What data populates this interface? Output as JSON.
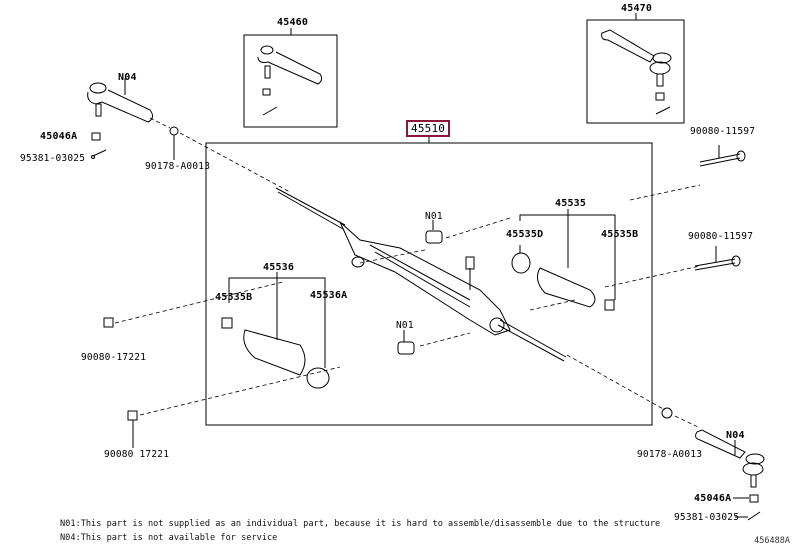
{
  "diagram": {
    "title_part": "45510",
    "accent_color": "#8b1538",
    "labels": {
      "p45460": "45460",
      "p45470": "45470",
      "p45510": "45510",
      "n04_left": "N04",
      "p45046a_left": "45046A",
      "p95381_left": "95381-03025",
      "p90178_left": "90178-A0013",
      "p90080_11597_top": "90080-11597",
      "p90080_11597_mid": "90080-11597",
      "n01_top": "N01",
      "n01_bottom": "N01",
      "p45535": "45535",
      "p45535d": "45535D",
      "p45535b_right": "45535B",
      "p45536": "45536",
      "p45535b_left": "45535B",
      "p45536a": "45536A",
      "p90080_17221_upper": "90080-17221",
      "p90080_17221_lower": "90080 17221",
      "p90178_right": "90178-A0013",
      "n04_right": "N04",
      "p45046a_right": "45046A",
      "p95381_right": "95381-03025"
    },
    "notes": [
      "N01:This part is not supplied as an individual part, because it is hard to assemble/disassemble due to the structure",
      "N04:This part is not available for service"
    ],
    "illustration_code": "456488A"
  }
}
